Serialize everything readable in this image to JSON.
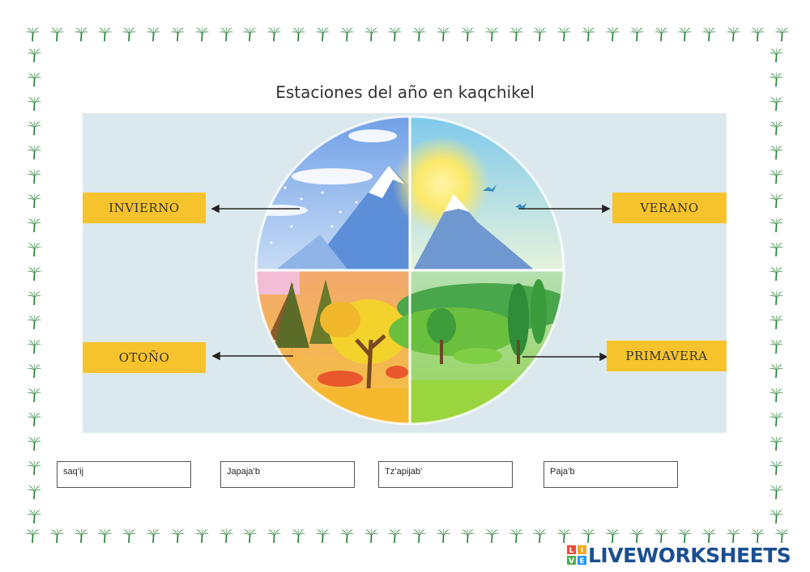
{
  "title": "Estaciones del año en kaqchikel",
  "labels": {
    "winter": "INVIERNO",
    "summer": "VERANO",
    "autumn": "OTOÑO",
    "spring": "PRIMAVERA"
  },
  "answers": [
    {
      "value": "saq’ij"
    },
    {
      "value": "Japaja’b"
    },
    {
      "value": "Tz’apijab’"
    },
    {
      "value": "Paja’b"
    }
  ],
  "brand": {
    "icon_letters": [
      "L",
      "I",
      "V",
      "E"
    ],
    "text": "LIVEWORKSHEETS",
    "icon_colors": [
      "#e94b3c",
      "#f5a623",
      "#4caf50",
      "#2196f3"
    ]
  },
  "colors": {
    "label_bg": "#f7c32d",
    "border_palm": "#1e7a2e",
    "brand_text": "#1b4f8f"
  }
}
